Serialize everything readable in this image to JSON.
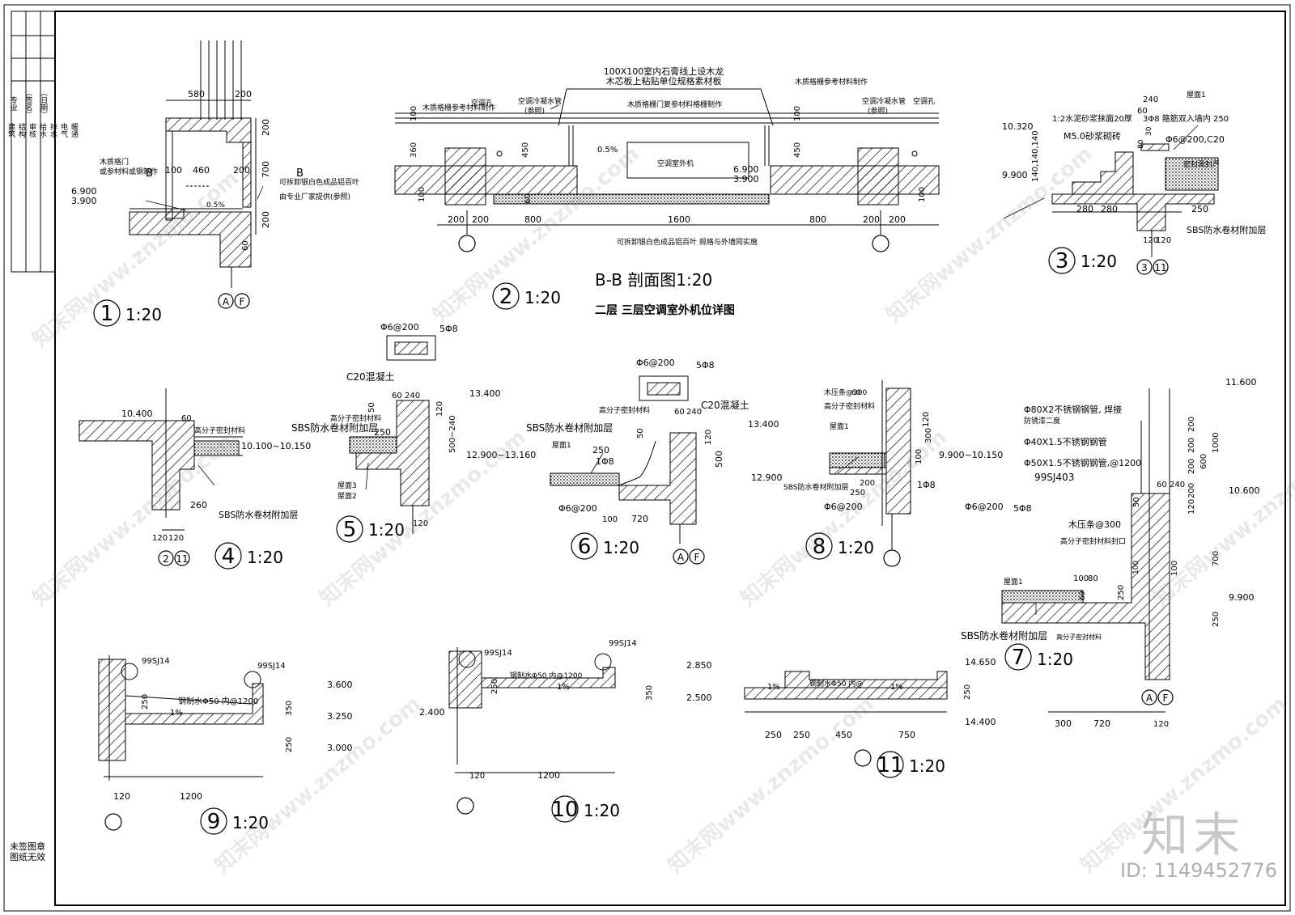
{
  "drawing": {
    "side_labels": [
      "专业",
      "（签名）",
      "（日期）",
      "建筑",
      "结构",
      "审核",
      "给水",
      "排水",
      "电气",
      "暖通"
    ],
    "note_lines": [
      "未签图章",
      "图纸无效"
    ]
  },
  "watermark": {
    "text": "知末网www.znzmo.com",
    "brand": "知末",
    "id": "ID: 1149452776"
  },
  "details": [
    {
      "num": "1",
      "scale": "1:20"
    },
    {
      "num": "2",
      "scale": "1:20"
    },
    {
      "num": "3",
      "scale": "1:20"
    },
    {
      "num": "4",
      "scale": "1:20"
    },
    {
      "num": "5",
      "scale": "1:20"
    },
    {
      "num": "6",
      "scale": "1:20"
    },
    {
      "num": "7",
      "scale": "1:20"
    },
    {
      "num": "8",
      "scale": "1:20"
    },
    {
      "num": "9",
      "scale": "1:20"
    },
    {
      "num": "10",
      "scale": "1:20"
    },
    {
      "num": "11",
      "scale": "1:20"
    }
  ],
  "section_title": "B-B 剖面图1:20",
  "sheet_title": "二层 三层空调室外机位详图",
  "d1": {
    "dims": [
      "580",
      "200",
      "100",
      "460",
      "200",
      "200",
      "700",
      "200",
      "60"
    ],
    "levels": [
      "6.900",
      "3.900"
    ],
    "notes": [
      "木质格门",
      "或参材料或钢制作",
      "可拆卸银白色成品铝百叶",
      "由专业厂家提供(参照)"
    ],
    "section_marks": [
      "B",
      "B"
    ],
    "slope": "0.5%",
    "axes": [
      "A",
      "F"
    ]
  },
  "d2": {
    "top_note_1": "100X100室内石膏线上设木龙",
    "top_note_2": "木芯板上粘贴单位规格素材板",
    "notes": [
      "木质格栅参考材料制作",
      "木质格栅参考材料制作",
      "空调冷凝水管",
      "(参照)",
      "空调冷凝水管",
      "(参照)",
      "空调孔",
      "空调孔",
      "木质格栅门复参材料格栅制作",
      "空调室外机"
    ],
    "dims_v": [
      "100",
      "360",
      "450",
      "100",
      "450",
      "100",
      "100",
      "60"
    ],
    "slope": "0.5%",
    "levels": [
      "6.900",
      "3.900"
    ],
    "dims_h": [
      "200",
      "200",
      "800",
      "1600",
      "800",
      "200",
      "200"
    ],
    "bottom_note": "可拆卸银白色成品铝百叶 规格与外墙同实施"
  },
  "d3": {
    "notes": [
      "1:2水泥砂浆抹面20厚",
      "3Φ8 箍筋双入墙内 250",
      "Φ6@200,C20",
      "M5.0砂浆砌砖",
      "密封膏封严",
      "屋面1",
      "SBS防水卷材附加层"
    ],
    "levels": [
      "10.320",
      "9.900"
    ],
    "dims": [
      "240",
      "60",
      "80",
      "30",
      "140,140,140",
      "280",
      "280",
      "250",
      "120",
      "120"
    ],
    "axes": [
      "3",
      "11"
    ]
  },
  "d4": {
    "levels": [
      "10.400",
      "10.100~10.150"
    ],
    "dims": [
      "60",
      "260",
      "120",
      "120"
    ],
    "notes": [
      "高分子密封材料",
      "SBS防水卷材附加层"
    ],
    "axes": [
      "2",
      "11"
    ]
  },
  "d5": {
    "rebar": [
      "Φ6@200",
      "5Φ8"
    ],
    "notes": [
      "C20混凝土",
      "高分子密封材料",
      "SBS防水卷材附加层",
      "屋面3",
      "屋面2"
    ],
    "dims": [
      "60",
      "240",
      "50",
      "120",
      "250",
      "500~240",
      "120"
    ],
    "levels": [
      "13.400",
      "12.900~13.160"
    ]
  },
  "d6": {
    "rebar": [
      "Φ6@200",
      "5Φ8"
    ],
    "notes": [
      "高分子密封材料",
      "C20混凝土",
      "SBS防水卷材附加层",
      "屋面1",
      "1Φ8",
      "Φ6@200"
    ],
    "dims": [
      "60",
      "240",
      "250",
      "50",
      "120",
      "500",
      "100",
      "720"
    ],
    "levels": [
      "13.400",
      "12.900"
    ],
    "axes": [
      "A",
      "F"
    ]
  },
  "d7": {
    "notes": [
      "Φ80X2不锈钢钢管, 焊接",
      "防锈漆二度",
      "Φ40X1.5不锈钢钢管",
      "Φ50X1.5不锈钢钢管,@1200",
      "99SJ403",
      "木压条@300",
      "高分子密封材料封口",
      "屋面1",
      "SBS防水卷材附加层",
      "高分子密封材料"
    ],
    "rebar": [
      "Φ6@200",
      "5Φ8"
    ],
    "dims_v": [
      "200",
      "200",
      "200",
      "200",
      "120",
      "1000",
      "600",
      "700",
      "250",
      "100",
      "250",
      "60",
      "100"
    ],
    "levels": [
      "11.600",
      "10.600",
      "9.900"
    ],
    "dims": [
      "60",
      "240",
      "50",
      "100",
      "80",
      "300",
      "720",
      "120"
    ],
    "axes": [
      "A",
      "F"
    ]
  },
  "d8": {
    "notes": [
      "木压条@300",
      "高分子密封材料",
      "屋面1",
      "SBS防水卷材附加层",
      "1Φ8",
      "Φ6@200"
    ],
    "dims": [
      "60",
      "300",
      "120",
      "100",
      "200",
      "250"
    ],
    "levels": [
      "9.900~10.150"
    ]
  },
  "d9": {
    "callouts": [
      "99SJ14",
      "99SJ14"
    ],
    "note": "钢制水Φ50 内@1200",
    "slope": "1%",
    "dims": [
      "250",
      "350",
      "250",
      "120",
      "1200"
    ],
    "levels": [
      "3.600",
      "3.250",
      "3.000"
    ]
  },
  "d10": {
    "callouts": [
      "99SJ14",
      "99SJ14"
    ],
    "note": "钢制水Φ50 内@1200",
    "slope": "1%",
    "dims": [
      "250",
      "350",
      "120",
      "1200"
    ],
    "levels": [
      "2.850",
      "2.500",
      "2.400"
    ]
  },
  "d11": {
    "note": "钢制水Φ50 内@",
    "slopes": [
      "1%",
      "1%"
    ],
    "dims": [
      "250",
      "250",
      "450",
      "750",
      "250"
    ],
    "levels": [
      "14.650",
      "14.400"
    ]
  }
}
